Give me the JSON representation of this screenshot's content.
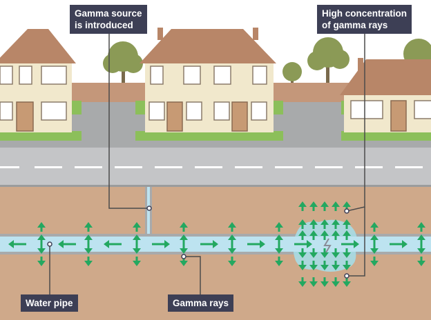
{
  "labels": {
    "gamma_source": [
      "Gamma source",
      "is introduced"
    ],
    "high_concentration": [
      "High concentration",
      "of gamma rays"
    ],
    "water_pipe": "Water pipe",
    "gamma_rays": "Gamma rays"
  },
  "colors": {
    "sky": "#ffffff",
    "soil": "#cfa98a",
    "pavement": "#a8aaab",
    "road": "#c4c5c7",
    "grass": "#8cbf5a",
    "house_wall": "#f1e8cc",
    "roof": "#b88668",
    "door": "#c79a74",
    "fence": "#c4977a",
    "tree": "#8b9a56",
    "pipe": "#bde3f0",
    "arrow": "#23a860",
    "leak_glow": "#a6dbe6",
    "label_bg": "#3d3f55",
    "leader_line": "#4a4a4a"
  },
  "icons": {
    "arrows": "green-arrow-icon",
    "leak": "leak-crack-icon"
  }
}
